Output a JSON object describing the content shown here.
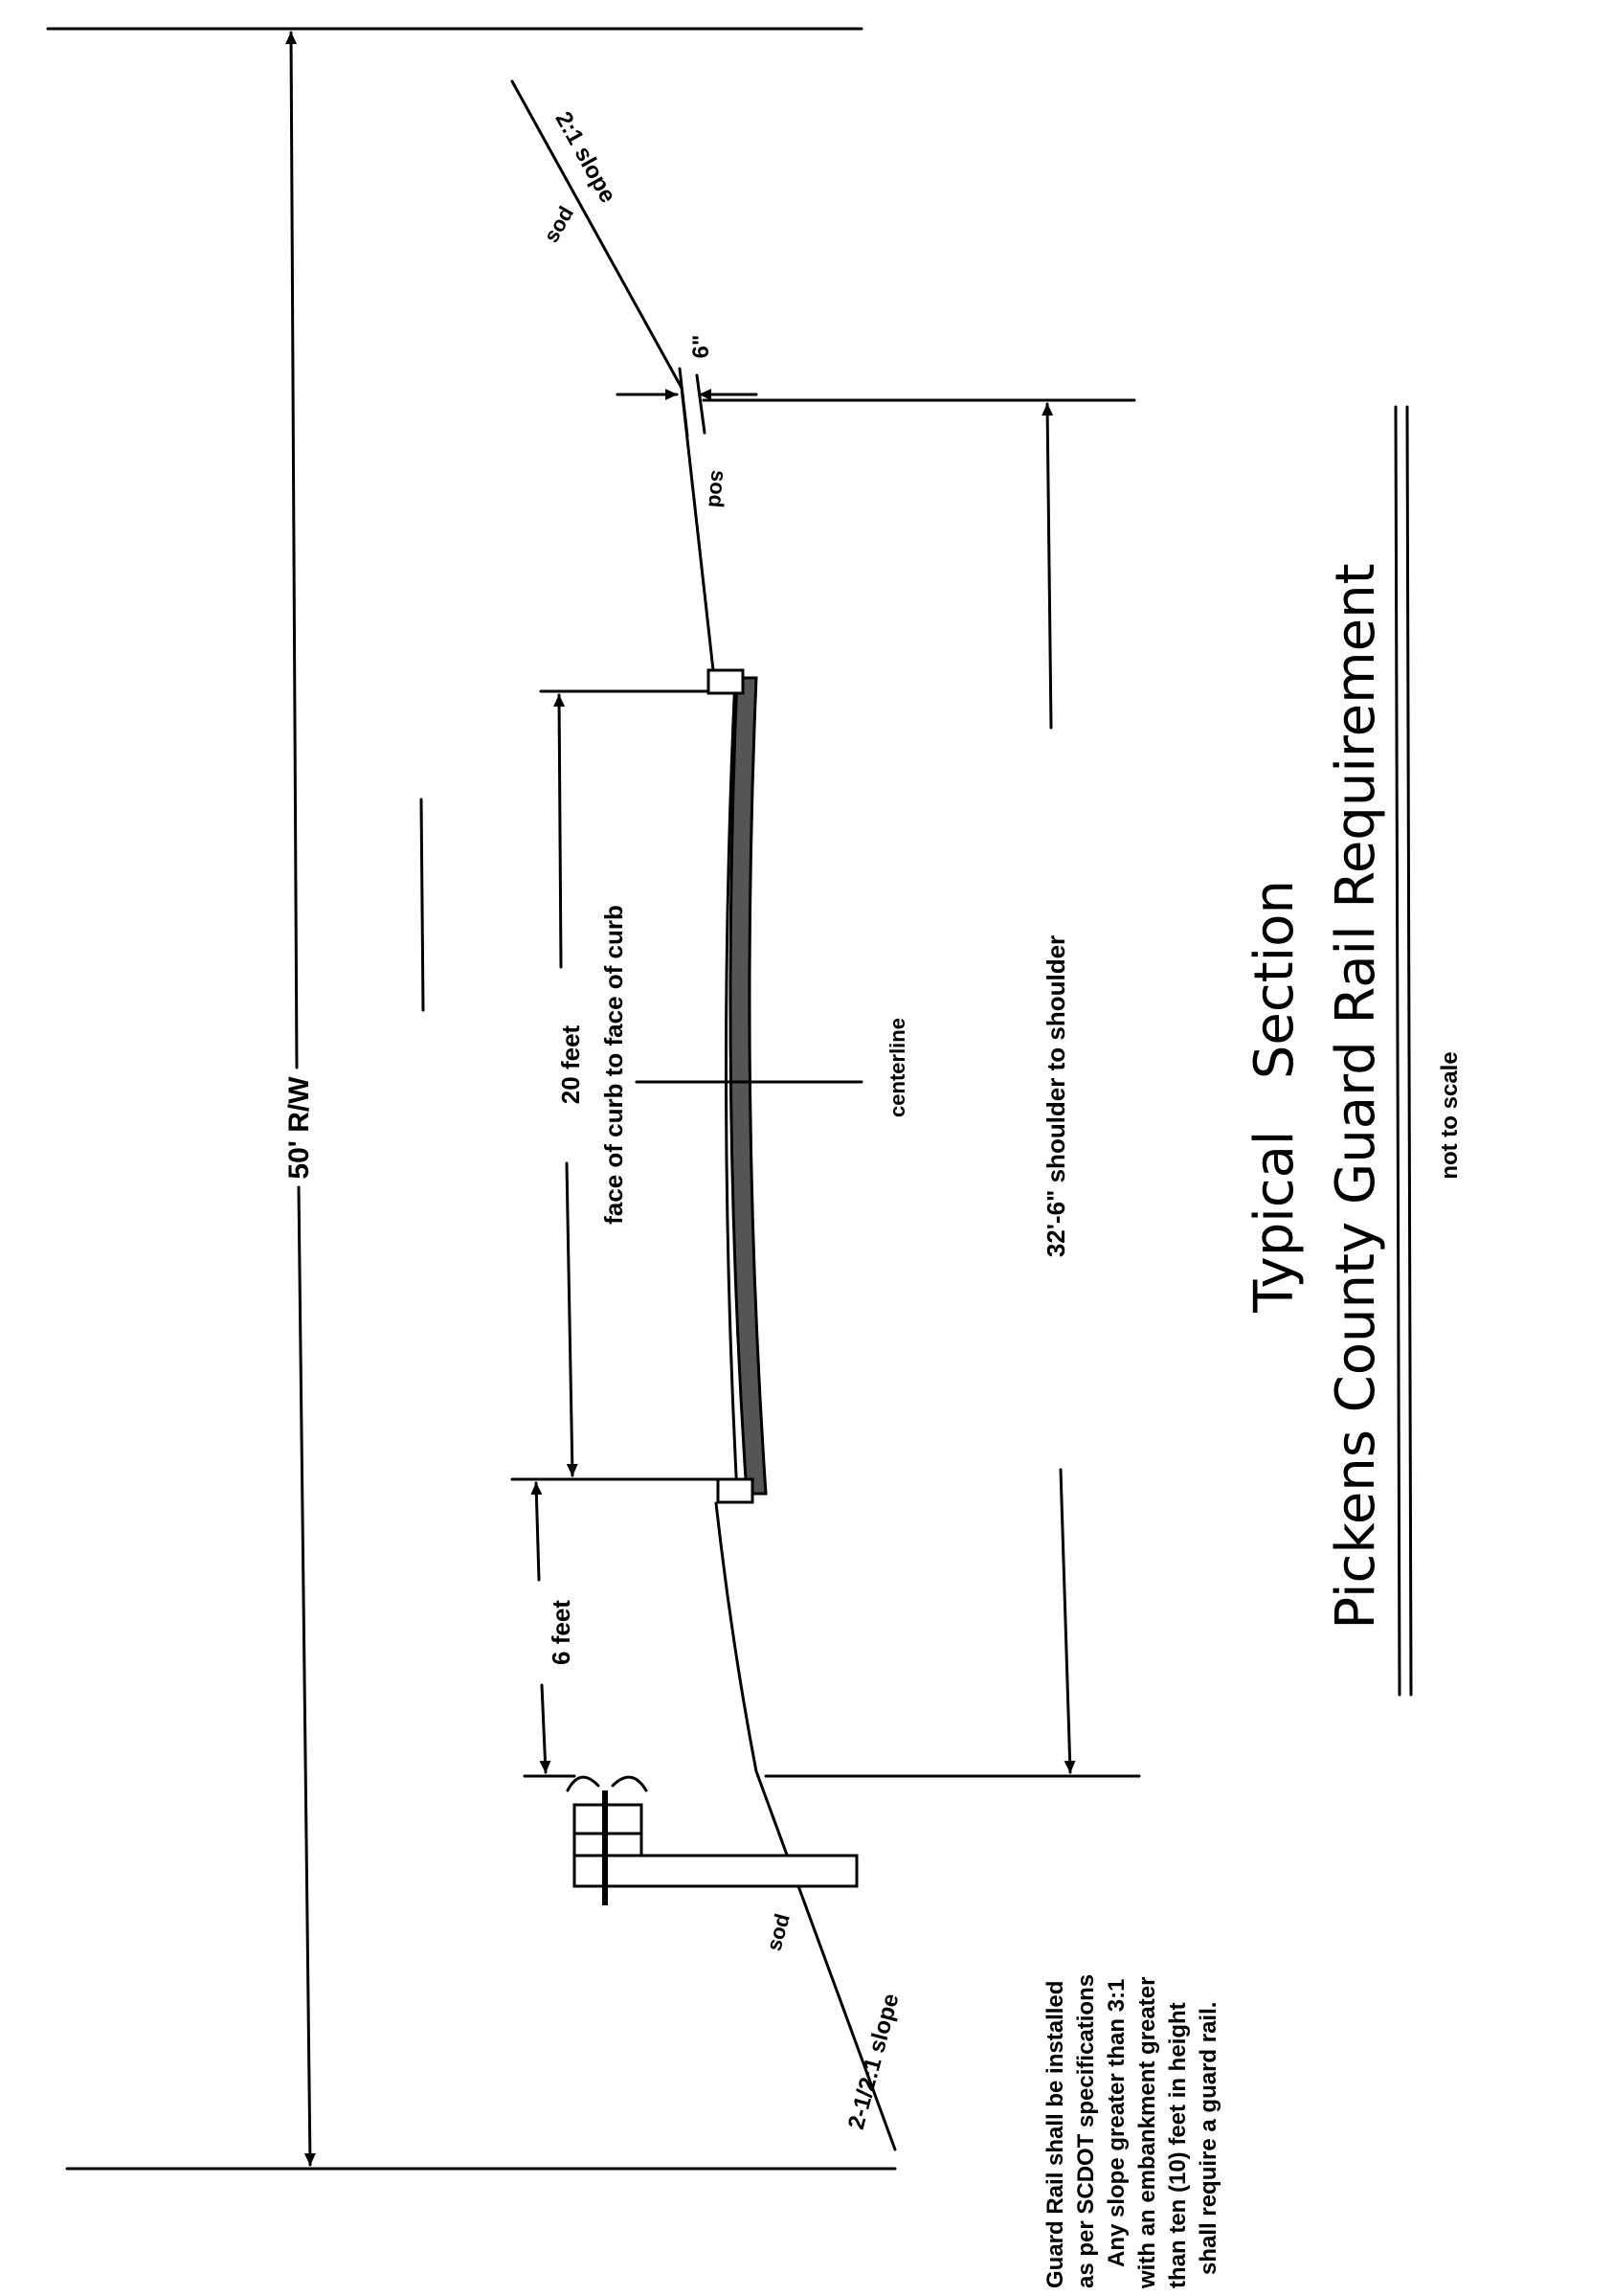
{
  "title": {
    "line1": "Typical   Section",
    "line2": "Pickens County Guard Rail Requirement",
    "scale_note": "not to scale"
  },
  "dimensions": {
    "row": "50' R/W",
    "curb_to_curb_width": "20 feet",
    "curb_to_curb_desc": "face of curb to face of curb",
    "shoulder_to_shoulder": "32'-6\" shoulder to shoulder",
    "shoulder_width": "6 feet",
    "sod_offset": "6\""
  },
  "labels": {
    "centerline": "centerline",
    "sod_top": "sod",
    "slope_top": "2:1 slope",
    "sod_mid": "sod",
    "sod_bottom": "sod",
    "slope_bottom": "2-1/2:1 slope"
  },
  "guard_rail_note": [
    "Guard Rail shall be installed",
    "as per SCDOT specifications",
    "Any slope greater than 3:1",
    "with an embankment greater",
    "than ten (10) feet in height",
    "shall require a guard rail."
  ]
}
